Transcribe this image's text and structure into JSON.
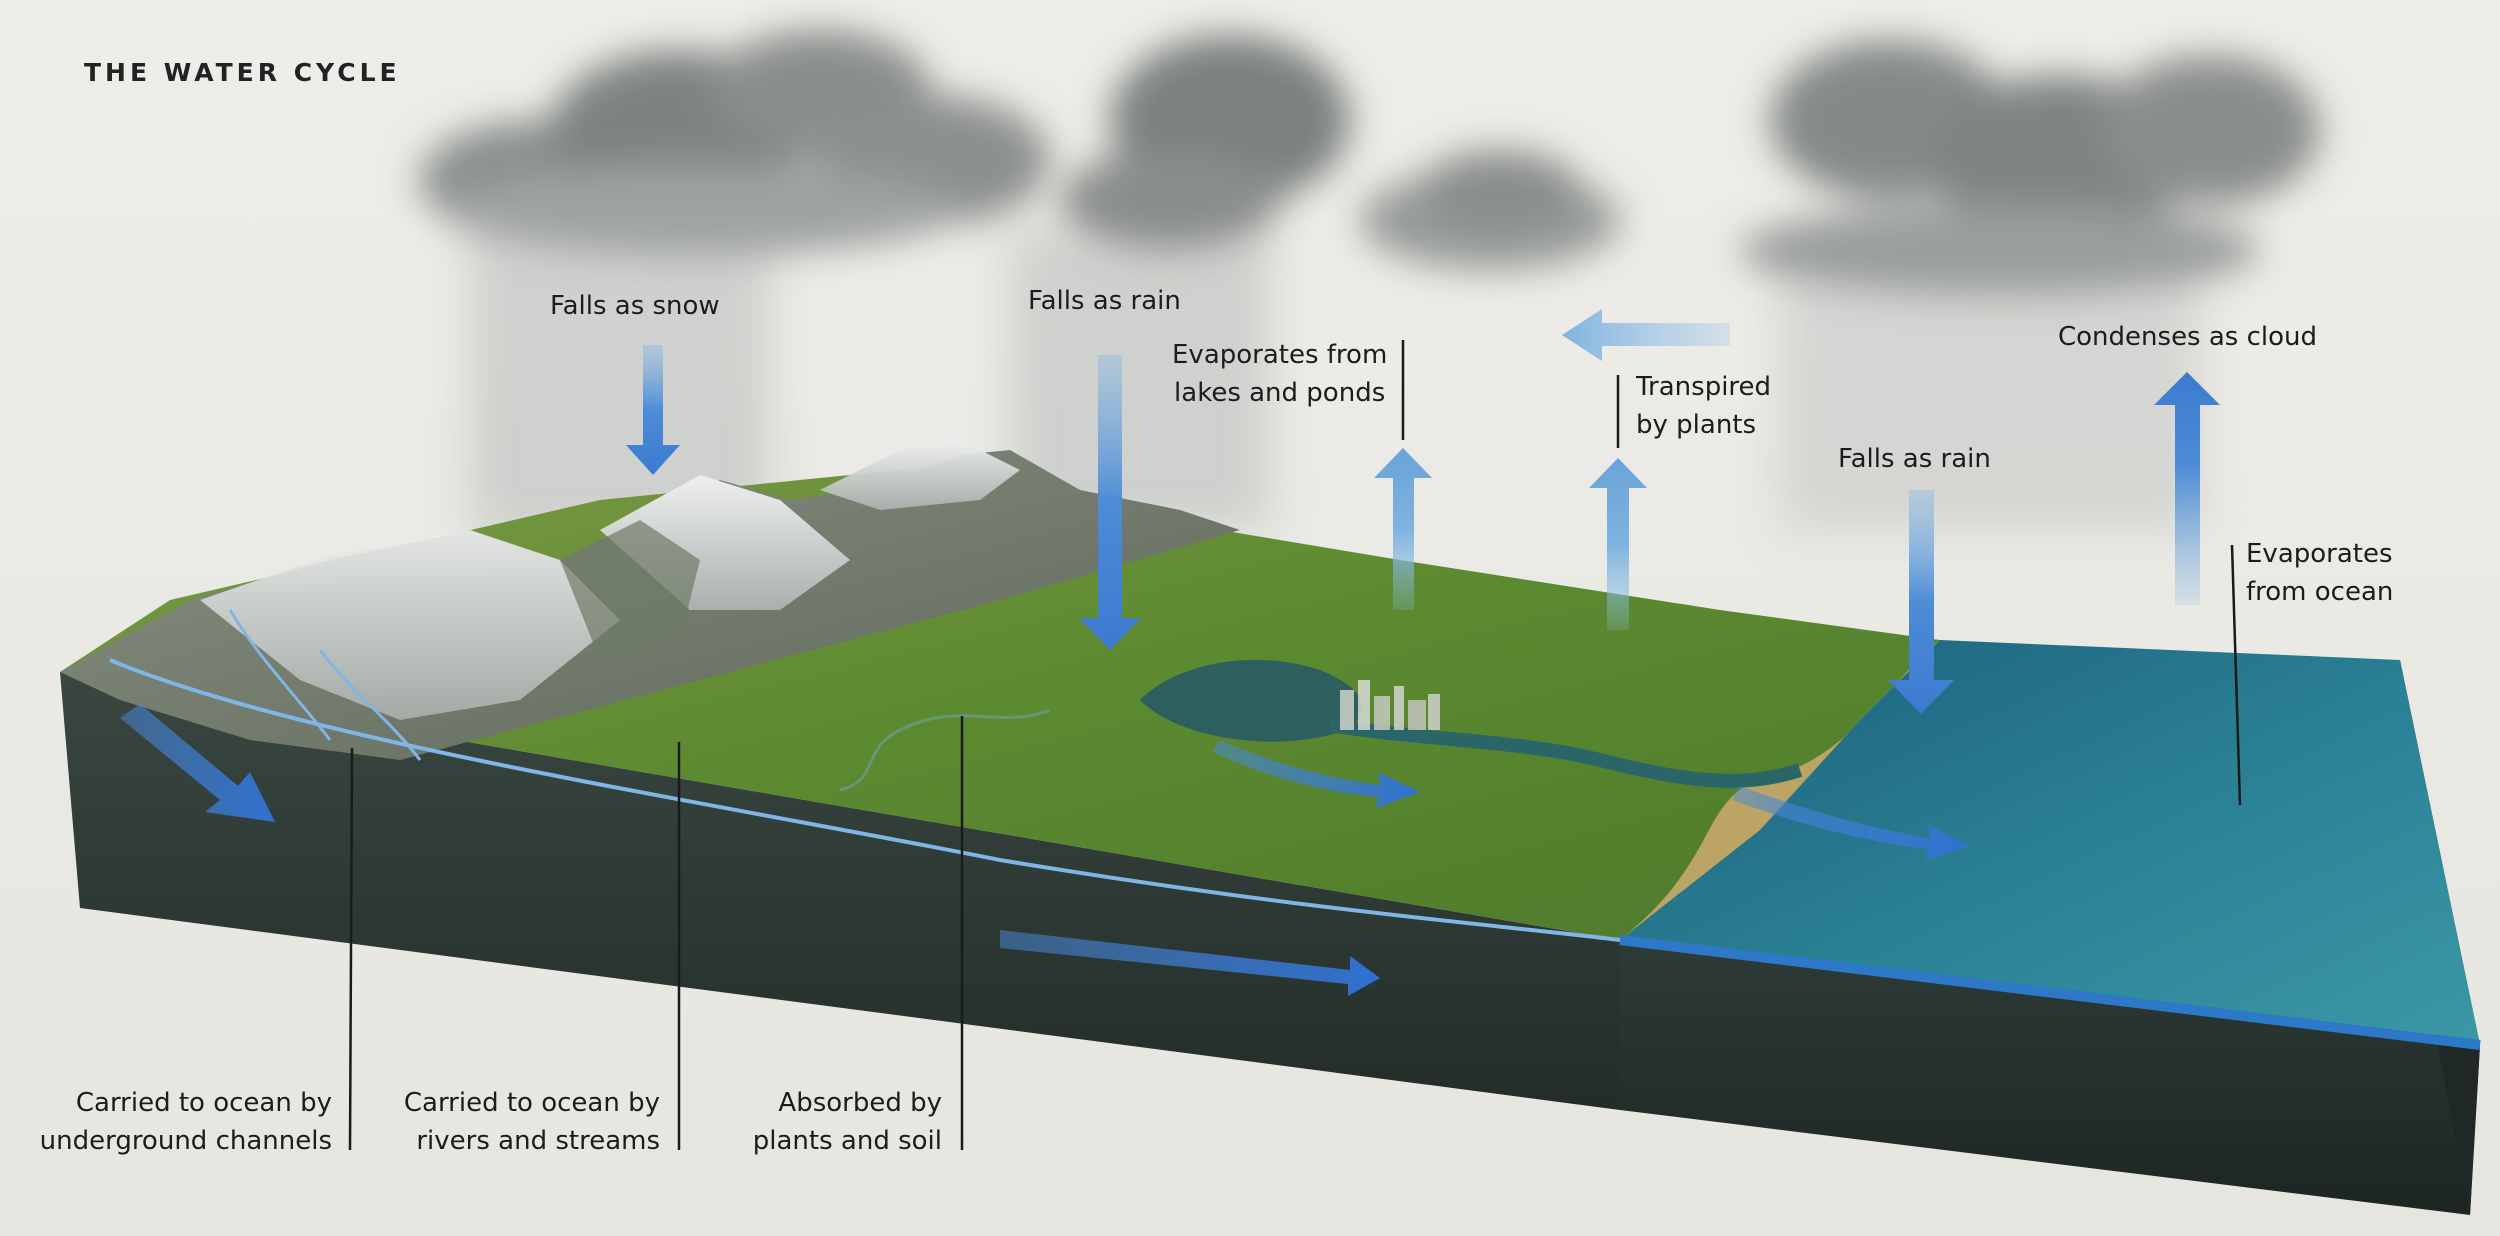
{
  "title": "THE WATER CYCLE",
  "labels": {
    "falls_as_snow": "Falls as snow",
    "falls_as_rain_mountain": "Falls as rain",
    "evaporates_lakes": [
      "Evaporates from",
      "lakes and ponds"
    ],
    "transpired": [
      "Transpired",
      "by plants"
    ],
    "falls_as_rain_ocean": "Falls as rain",
    "condenses": "Condenses as cloud",
    "evaporates_ocean": [
      "Evaporates",
      "from ocean"
    ],
    "underground": [
      "Carried to ocean by",
      "underground channels"
    ],
    "rivers": [
      "Carried to ocean by",
      "rivers and streams"
    ],
    "absorbed": [
      "Absorbed by",
      "plants and soil"
    ]
  },
  "colors": {
    "arrow_blue": "#3d7fd6",
    "arrow_light": "#7fb4e0",
    "ocean": "#1f6f86",
    "land": "#5f8a34",
    "soil": "#2f3a35",
    "snow": "#d8dcdc",
    "cloud": "#8e9290"
  }
}
